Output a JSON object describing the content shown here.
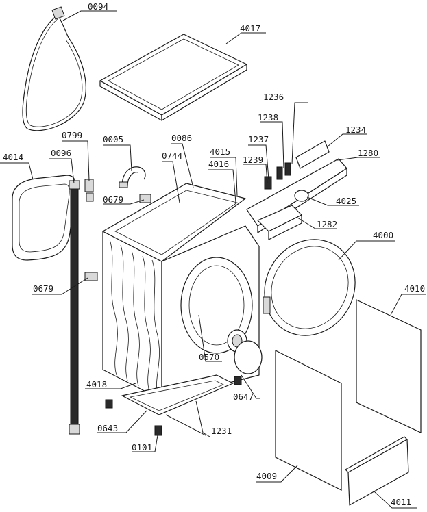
{
  "labels": [
    {
      "id": "0094",
      "text": "0094"
    },
    {
      "id": "4017",
      "text": "4017"
    },
    {
      "id": "1236",
      "text": "1236"
    },
    {
      "id": "1238",
      "text": "1238"
    },
    {
      "id": "1234",
      "text": "1234"
    },
    {
      "id": "0799",
      "text": "0799"
    },
    {
      "id": "0005",
      "text": "0005"
    },
    {
      "id": "0086",
      "text": "0086"
    },
    {
      "id": "1237",
      "text": "1237"
    },
    {
      "id": "4014",
      "text": "4014"
    },
    {
      "id": "0096",
      "text": "0096"
    },
    {
      "id": "4015",
      "text": "4015"
    },
    {
      "id": "0744",
      "text": "0744"
    },
    {
      "id": "4016",
      "text": "4016"
    },
    {
      "id": "1239",
      "text": "1239"
    },
    {
      "id": "1280",
      "text": "1280"
    },
    {
      "id": "0679a",
      "text": "0679"
    },
    {
      "id": "4025",
      "text": "4025"
    },
    {
      "id": "1282",
      "text": "1282"
    },
    {
      "id": "4000",
      "text": "4000"
    },
    {
      "id": "0679b",
      "text": "0679"
    },
    {
      "id": "4010",
      "text": "4010"
    },
    {
      "id": "0570",
      "text": "0570"
    },
    {
      "id": "4018",
      "text": "4018"
    },
    {
      "id": "0647",
      "text": "0647"
    },
    {
      "id": "0643",
      "text": "0643"
    },
    {
      "id": "1231",
      "text": "1231"
    },
    {
      "id": "0101",
      "text": "0101"
    },
    {
      "id": "4009",
      "text": "4009"
    },
    {
      "id": "4011",
      "text": "4011"
    }
  ]
}
